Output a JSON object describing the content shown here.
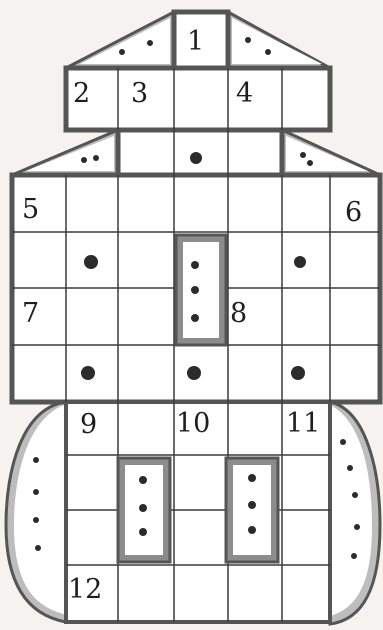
{
  "puzzle": {
    "clue_numbers": [
      "1",
      "2",
      "3",
      "4",
      "5",
      "6",
      "7",
      "8",
      "9",
      "10",
      "11",
      "12"
    ],
    "colors": {
      "background": "#f4f3ef",
      "grid_line": "#3a3a3a",
      "outline": "#555555",
      "dot": "#2b2b2b"
    },
    "shaded_blocks": [
      "top-left-triangle",
      "top-right-triangle",
      "mid-left-triangle",
      "mid-right-triangle",
      "center-bar",
      "lower-left-bar",
      "lower-right-bar",
      "left-semicircle",
      "right-semicircle"
    ]
  }
}
